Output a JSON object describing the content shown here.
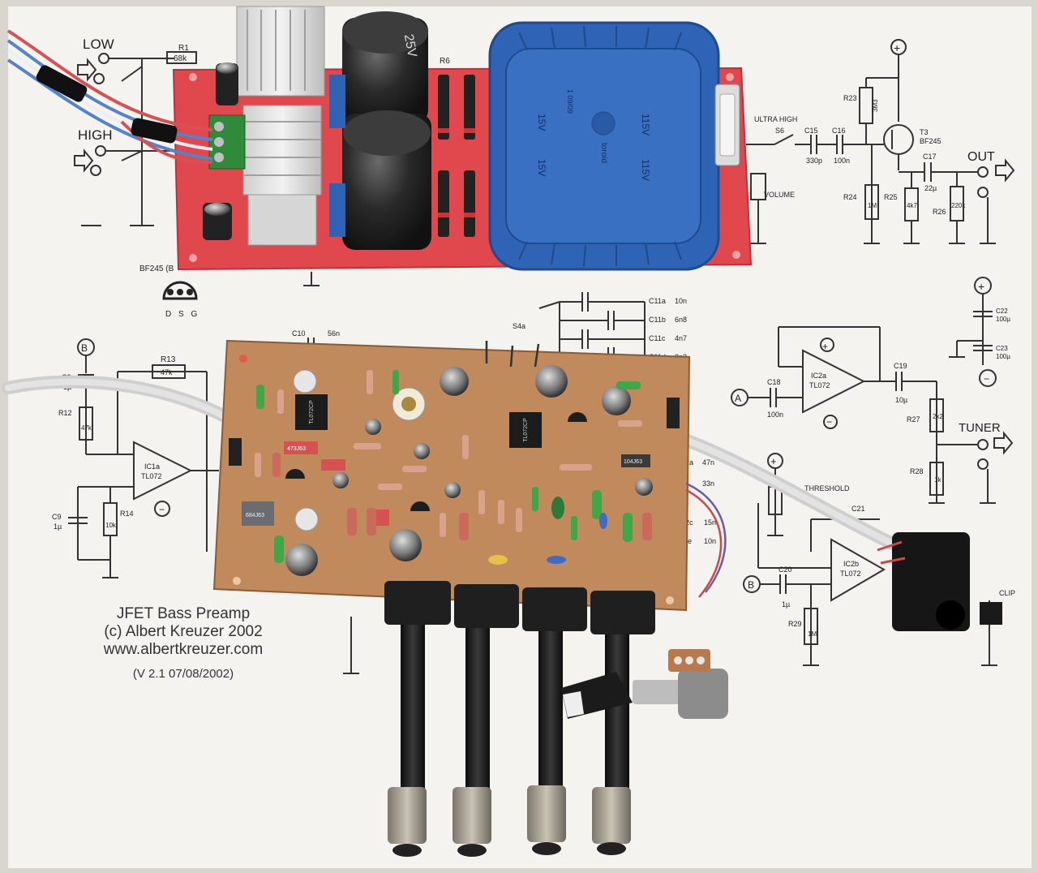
{
  "schematic": {
    "labels": {
      "low": "LOW",
      "high": "HIGH",
      "r1": "R1",
      "r1_value": "68k",
      "r6": "R6",
      "bf245_note": "BF245 (B",
      "dsg": "D S G",
      "ultra_high": "ULTRA HIGH",
      "s6": "S6",
      "c15": "C15",
      "c15_value": "330p",
      "c16": "C16",
      "c16_value": "100n",
      "volume": "VOLUME",
      "r23": "R23",
      "r23_value": "3M3",
      "t3": "T3",
      "t3_value": "BF245",
      "c17": "C17",
      "c17_value": "22µ",
      "out": "OUT",
      "r24": "R24",
      "r24_value": "1M",
      "r25": "R25",
      "r25_value": "4k7",
      "r26": "R26",
      "r26_value": "220k",
      "c10": "C10",
      "c10_value": "56n",
      "s4a": "S4a",
      "c11a": "C11a",
      "c11a_value": "10n",
      "c11b": "C11b",
      "c11b_value": "6n8",
      "c11c": "C11c",
      "c11c_value": "4n7",
      "c11d": "C11d",
      "c11d_value": "3n3",
      "b_node": "B",
      "r13": "R13",
      "r13_value": "47k",
      "c8": "C8",
      "c8_value": "1µ",
      "r12": "R12",
      "r12_value": "47k",
      "ic1a": "IC1a",
      "ic1a_value": "TL072",
      "r14": "R14",
      "r14_value": "10k",
      "c9": "C9",
      "c9_value": "1µ",
      "c18": "C18",
      "c18_value": "100n",
      "a_node": "A",
      "ic2a": "IC2a",
      "ic2a_value": "TL072",
      "c19": "C19",
      "c19_value": "10µ",
      "c22": "C22",
      "c22_value": "100µ",
      "c23": "C23",
      "c23_value": "100µ",
      "r27": "R27",
      "r27_value": "2k2",
      "tuner": "TUNER",
      "r28": "R28",
      "r28_value": "1k",
      "threshold": "THRESHOLD",
      "c21": "C21",
      "c20": "C20",
      "c20_value": "1µ",
      "ic2b": "IC2b",
      "ic2b_value": "TL072",
      "r29": "R29",
      "r29_value": "1M",
      "clip": "CLIP",
      "cap_47n": "47n",
      "cap_33n": "33n",
      "cap_15n": "15n",
      "cap_10n": "10n",
      "c2a": "2a",
      "c2c": "2c",
      "c2e": "2e"
    },
    "credits": {
      "title": "JFET Bass Preamp",
      "copyright": "(c) Albert Kreuzer 2002",
      "url": "www.albertkreuzer.com",
      "version": "(V 2.1  07/08/2002)"
    }
  },
  "psu_board": {
    "transformer_markings": [
      "115V",
      "115V",
      "15V",
      "15V",
      "toroid",
      "1 09/09"
    ],
    "cap_marking": "25V"
  },
  "preamp_board": {
    "chip_1": "TL072CP",
    "chip_2": "TL072CP",
    "box_cap_1": "684J63",
    "box_cap_2": "104J63",
    "box_cap_3": "473J63"
  },
  "colors": {
    "paper": "#f4f3ef",
    "psu_board": "#e0484e",
    "preamp_board": "#c08a5c",
    "transformer": "#2f63b5"
  }
}
